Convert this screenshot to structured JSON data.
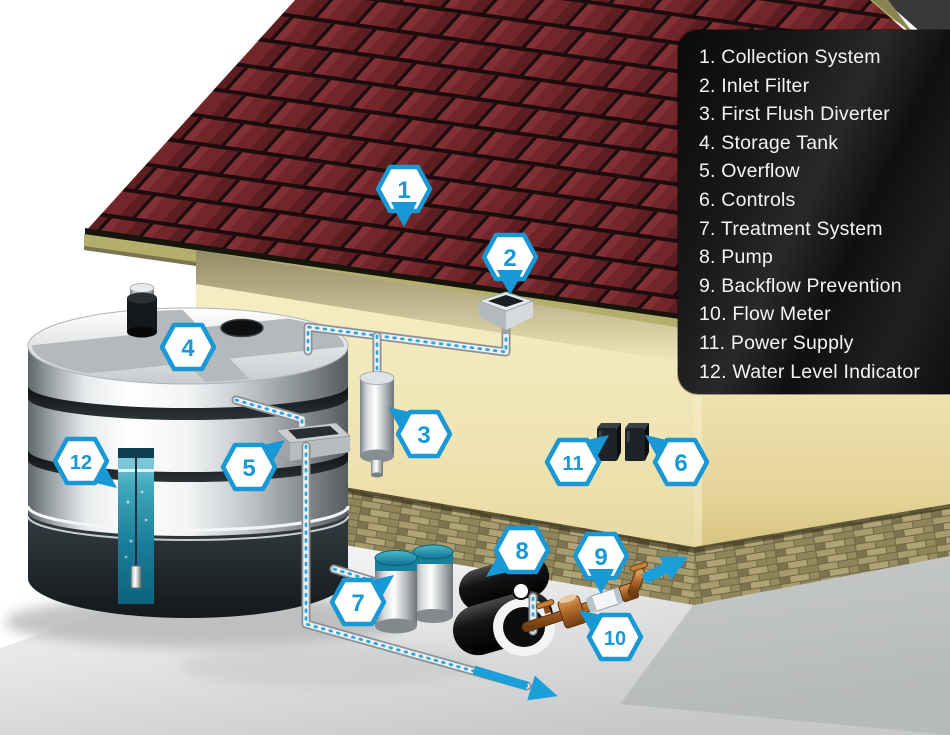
{
  "diagram": {
    "subject": "rainwater-harvesting-system",
    "legend": {
      "items": [
        "1. Collection System",
        "2. Inlet Filter",
        "3. First Flush Diverter",
        "4. Storage Tank",
        "5. Overflow",
        "6. Controls",
        "7. Treatment System",
        "8. Pump",
        "9. Backflow Prevention",
        "10. Flow Meter",
        "11. Power Supply",
        "12. Water Level Indicator"
      ]
    },
    "badges": [
      {
        "number": "1",
        "label": "Collection System"
      },
      {
        "number": "2",
        "label": "Inlet Filter"
      },
      {
        "number": "3",
        "label": "First Flush Diverter"
      },
      {
        "number": "4",
        "label": "Storage Tank"
      },
      {
        "number": "5",
        "label": "Overflow"
      },
      {
        "number": "6",
        "label": "Controls"
      },
      {
        "number": "7",
        "label": "Treatment System"
      },
      {
        "number": "8",
        "label": "Pump"
      },
      {
        "number": "9",
        "label": "Backflow Prevention"
      },
      {
        "number": "10",
        "label": "Flow Meter"
      },
      {
        "number": "11",
        "label": "Power Supply"
      },
      {
        "number": "12",
        "label": "Water Level Indicator"
      }
    ],
    "colors": {
      "badge_blue": "#1898d4",
      "arrow_blue": "#1b9fd8",
      "roof_red": "#722629",
      "fascia_olive": "#b5ad6b",
      "wall_cream": "#f2e7bc",
      "foundation_tan": "#9a8f63",
      "panel_bg": "#141414",
      "panel_text": "#f4f4f4",
      "tank_dark": "#222a2e",
      "treatment_teal": "#1a7f9b",
      "brass": "#b0662a"
    }
  }
}
